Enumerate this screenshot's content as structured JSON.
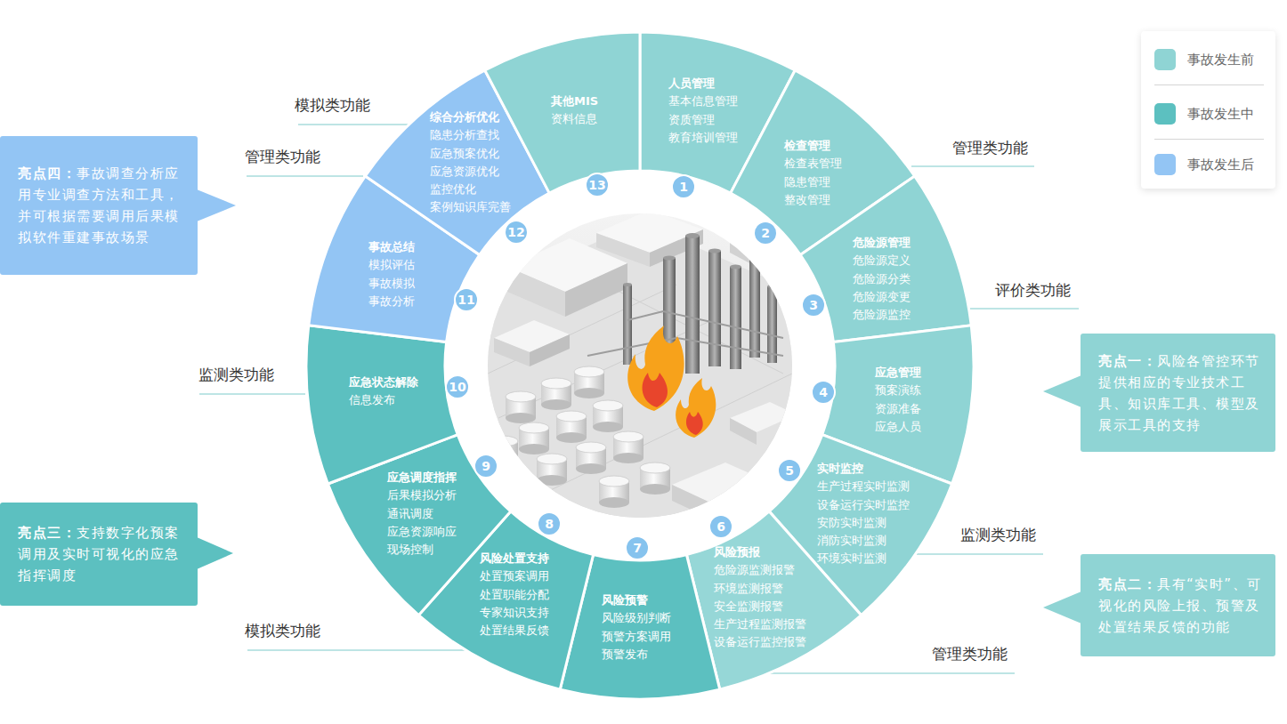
{
  "diagram": {
    "nodes": [
      {
        "text": [
          "人员管理",
          "基本信息管理",
          "资质管理",
          "教育培训管理"
        ]
      },
      {
        "text": [
          "检查管理",
          "检查表管理",
          "隐患管理",
          "整改管理"
        ]
      },
      {
        "text": [
          "危险源管理",
          "危险源定义",
          "危险源分类",
          "危险源变更",
          "危险源监控"
        ]
      },
      {
        "text": [
          "应急管理",
          "预案演练",
          "资源准备",
          "应急人员"
        ]
      },
      {
        "text": [
          "实时监控",
          "生产过程实时监测",
          "设备运行实时监控",
          "安防实时监测",
          "消防实时监测",
          "环境实时监测"
        ]
      },
      {
        "text": [
          "风险预报",
          "危险源监测报警",
          "环境监测报警",
          "安全监测报警",
          "生产过程监测报警",
          "设备运行监控报警"
        ]
      },
      {
        "text": [
          "风险预警",
          "风险级别判断",
          "预警方案调用",
          "预警发布"
        ]
      },
      {
        "text": [
          "风险处置支持",
          "处置预案调用",
          "处置职能分配",
          "专家知识支持",
          "处置结果反馈"
        ]
      },
      {
        "text": [
          "应急调度指挥",
          "后果模拟分析",
          "通讯调度",
          "应急资源响应",
          "现场控制"
        ]
      },
      {
        "text": [
          "应急状态解除",
          "信息发布"
        ]
      },
      {
        "text": [
          "事故总结",
          "模拟评估",
          "事故模拟",
          "事故分析"
        ]
      },
      {
        "text": [
          "综合分析优化",
          "隐患分析查找",
          "应急预案优化",
          "应急资源优化",
          "监控优化",
          "案例知识库完善"
        ]
      },
      {
        "text": [
          "其他MIS",
          "资料信息"
        ]
      },
      {
        "text": [
          "亮点一：",
          "风险各管控环节提供相应的专业技术工具、知识库工具、模型及展示工具的支持"
        ]
      },
      {
        "text": [
          "亮点二：",
          "具有“实时”、可视化的风险上报、预警及处置结果反馈的功能"
        ]
      },
      {
        "text": [
          "亮点三：",
          "支持数字化预案调用及实时可视化的应急指挥调度"
        ]
      },
      {
        "text": [
          "亮点四：",
          "事故调查分析应用专业调查方法和工具，并可根据需要调用后果模拟软件重建事故场景"
        ]
      }
    ],
    "labels": [
      "模拟类功能",
      "管理类功能",
      "管理类功能",
      "评价类功能",
      "监测类功能",
      "监测类功能",
      "模拟类功能",
      "管理类功能",
      "1",
      "2",
      "3",
      "4",
      "5",
      "6",
      "7",
      "8",
      "9",
      "10",
      "11",
      "12",
      "13"
    ],
    "legend": [
      {
        "text": "事故发生前",
        "color": "#8fd4d4"
      },
      {
        "text": "事故发生中",
        "color": "#5cc0c0"
      },
      {
        "text": "事故发生后",
        "color": "#93c5f4"
      }
    ]
  }
}
